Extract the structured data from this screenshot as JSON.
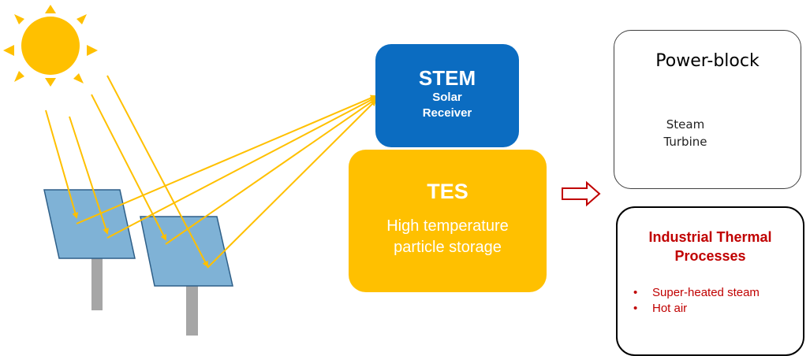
{
  "stem": {
    "title": "STEM",
    "subtitle_line1": "Solar",
    "subtitle_line2": "Receiver"
  },
  "tes": {
    "title": "TES",
    "subtitle_line1": "High temperature",
    "subtitle_line2": "particle storage"
  },
  "power_block": {
    "title": "Power-block",
    "turbine_line1": "Steam",
    "turbine_line2": "Turbine",
    "generator_symbol": "~"
  },
  "industrial": {
    "title_line1": "Industrial Thermal",
    "title_line2": "Processes",
    "items": [
      "Super-heated steam",
      "Hot air"
    ]
  },
  "colors": {
    "sun": "#ffc000",
    "ray": "#ffc000",
    "panel": "#7fb2d6",
    "panel_border": "#2e5f88",
    "pole": "#a6a6a6",
    "stem_box": "#0b6cc1",
    "tes_box": "#ffc000",
    "flow_arrow": "#c00000",
    "industrial_text": "#c00000"
  }
}
